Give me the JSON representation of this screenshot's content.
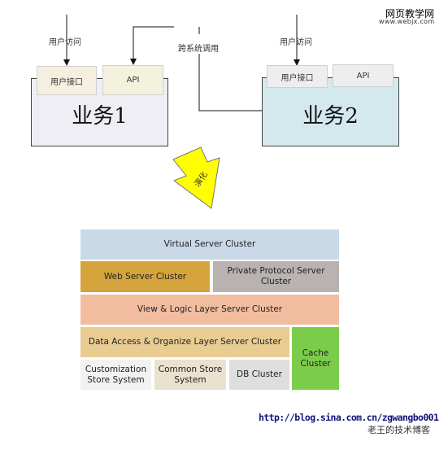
{
  "watermark": {
    "line1": "网页教学网",
    "line2": "www.webjx.com"
  },
  "top": {
    "user_access_1": "用户访问",
    "user_access_2": "用户访问",
    "cross_call": "跨系统调用",
    "biz1": {
      "title": "业务1",
      "user_iface": "用户接口",
      "api": "API"
    },
    "biz2": {
      "title": "业务2",
      "user_iface": "用户接口",
      "api": "API"
    }
  },
  "arrow_label": "演化",
  "cluster": {
    "virtual": "Virtual Server Cluster",
    "web": "Web Server Cluster",
    "private": "Private Protocol Server Cluster",
    "view_logic": "View & Logic Layer Server Cluster",
    "data_access": "Data Access & Organize Layer Server Cluster",
    "cache": "Cache Cluster",
    "customization": "Customization Store System",
    "common_store": "Common Store System",
    "db": "DB Cluster"
  },
  "footer": {
    "url": "http://blog.sina.com.cn/zgwangbo001",
    "blog": "老王的技术博客"
  },
  "colors": {
    "biz1_bg": "#eeeef4",
    "biz2_bg": "#d4e9ee",
    "virtual": "#c9d9e8",
    "web": "#d6a43c",
    "private": "#b8b2b1",
    "view_logic": "#f2bd9f",
    "data_access": "#e8cc92",
    "cache": "#7ccc4c",
    "customization": "#f2f2f2",
    "common_store": "#ebe1cf",
    "db": "#dedede",
    "arrow": "#ffff00"
  }
}
